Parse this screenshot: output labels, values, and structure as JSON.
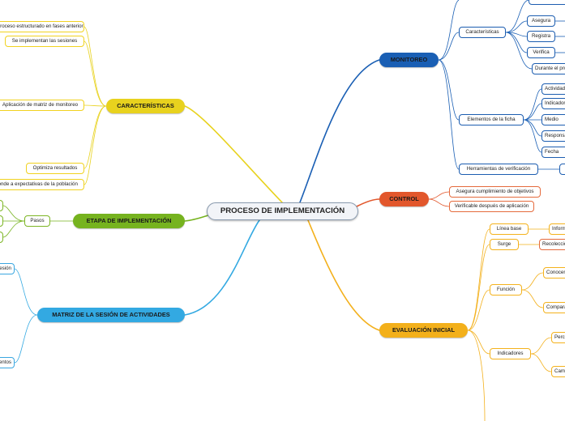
{
  "root": {
    "label": "PROCESO DE IMPLEMENTACIÓN"
  },
  "colors": {
    "caracteristicas": "#e8d21e",
    "monitoreo": "#1a5fb4",
    "control": "#e2572c",
    "evaluacion": "#f3b01b",
    "etapa": "#76b31f",
    "matriz": "#33a9e2"
  },
  "caracteristicas": {
    "label": "CARACTERÍSTICAS",
    "items": [
      "Proceso estructurado en fases anteriores",
      "Se implementan las sesiones",
      "Aplicación de matriz de monitoreo",
      "Optimiza resultados",
      "Responde a expectativas de la población"
    ]
  },
  "etapa": {
    "label": "ETAPA DE IMPLEMENTACIÓN",
    "pasos": "Pasos"
  },
  "matriz": {
    "label": "MATRIZ DE LA SESIÓN DE ACTIVIDADES",
    "items": [
      "Sesión",
      "Tratamientos"
    ]
  },
  "monitoreo": {
    "label": "MONITOREO",
    "caracteristicas": {
      "label": "Características",
      "items": [
        "Asegura",
        "Registra",
        "Verifica",
        "Durante el proceso"
      ]
    },
    "elementos": {
      "label": "Elementos de la ficha",
      "items": [
        "Actividades",
        "Indicadores",
        "Medio",
        "Responsable",
        "Fecha"
      ]
    },
    "herramientas": {
      "label": "Herramientas de verificación"
    }
  },
  "control": {
    "label": "CONTROL",
    "items": [
      "Asegura cumplimiento de objetivos",
      "Verificable después de aplicación"
    ]
  },
  "evaluacion": {
    "label": "EVALUACIÓN INICIAL",
    "linea_base": {
      "label": "Línea base",
      "child": "Información"
    },
    "surge": {
      "label": "Surge",
      "child": "Recolección"
    },
    "funcion": {
      "label": "Función",
      "items": [
        "Conocer",
        "Comparar"
      ]
    },
    "indicadores": {
      "label": "Indicadores",
      "items": [
        "Percepción",
        "Cambios"
      ]
    }
  }
}
